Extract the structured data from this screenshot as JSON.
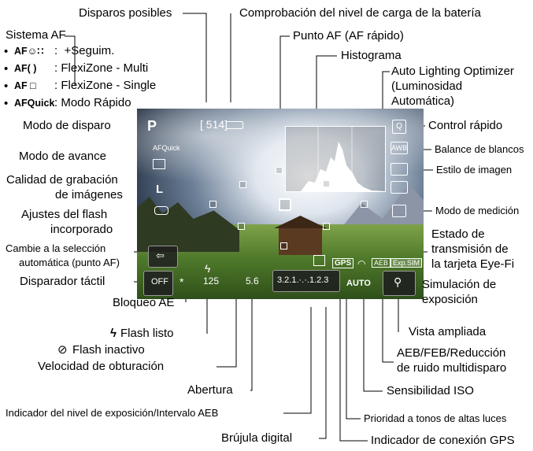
{
  "labels": {
    "disparos": "Disparos posibles",
    "bateria": "Comprobación del nivel de carga de la batería",
    "sistema_af": "Sistema AF",
    "af_seguim": ":  +Seguim.",
    "af_multi": ": FlexiZone - Multi",
    "af_single": ": FlexiZone - Single",
    "af_rapido": ": Modo Rápido",
    "punto_af": "Punto AF (AF rápido)",
    "histograma": "Histograma",
    "alo1": "Auto Lighting Optimizer",
    "alo2": "(Luminosidad",
    "alo3": "Automática)",
    "modo_disparo": "Modo de disparo",
    "control_rapido": "Control rápido",
    "modo_avance": "Modo de avance",
    "balance": "Balance de blancos",
    "calidad1": "Calidad de grabación",
    "calidad2": "de imágenes",
    "estilo": "Estilo de imagen",
    "flash1": "Ajustes del flash",
    "flash2": "incorporado",
    "medicion": "Modo de medición",
    "eyefi1": "Estado de",
    "eyefi2": "transmisión de",
    "eyefi3": "la tarjeta Eye-Fi",
    "cambie1": "Cambie a la selección",
    "cambie2": "automática (punto AF)",
    "tactil": "Disparador táctil",
    "simulacion1": "Simulación de",
    "simulacion2": "exposición",
    "bloqueo": "Bloqueo AE",
    "flash_listo": "Flash listo",
    "flash_inactivo": "Flash inactivo",
    "velocidad": "Velocidad de obturación",
    "vista": "Vista ampliada",
    "aeb1": "AEB/FEB/Reducción",
    "aeb2": "de ruido multidisparo",
    "abertura": "Abertura",
    "iso": "Sensibilidad ISO",
    "indicador_exp": "Indicador del nivel de exposición/Intervalo AEB",
    "prioridad": "Prioridad a tonos de altas luces",
    "brujula": "Brújula digital",
    "gps": "Indicador de conexión GPS"
  },
  "af_icons": {
    "seguim": "AF☺∷",
    "multi": "AF( )",
    "single": "AF □",
    "quick": "AFQuick"
  },
  "screen": {
    "mode": "P",
    "shots": "[ 514]",
    "af_mode": "AFQuick",
    "quality": "L",
    "shutter": "125",
    "aperture": "5.6",
    "exposure_scale": "3.2.1.·.·.1.2.3",
    "gps": "GPS",
    "aeb": "AEB",
    "exp_sim": "Exp.SIM",
    "iso": "AUTO",
    "q": "Q",
    "awb": "AWB",
    "flash_star": "*",
    "flash_bolt": "ϟ"
  },
  "colors": {
    "line": "#000000",
    "screen_text": "#ffffff"
  }
}
